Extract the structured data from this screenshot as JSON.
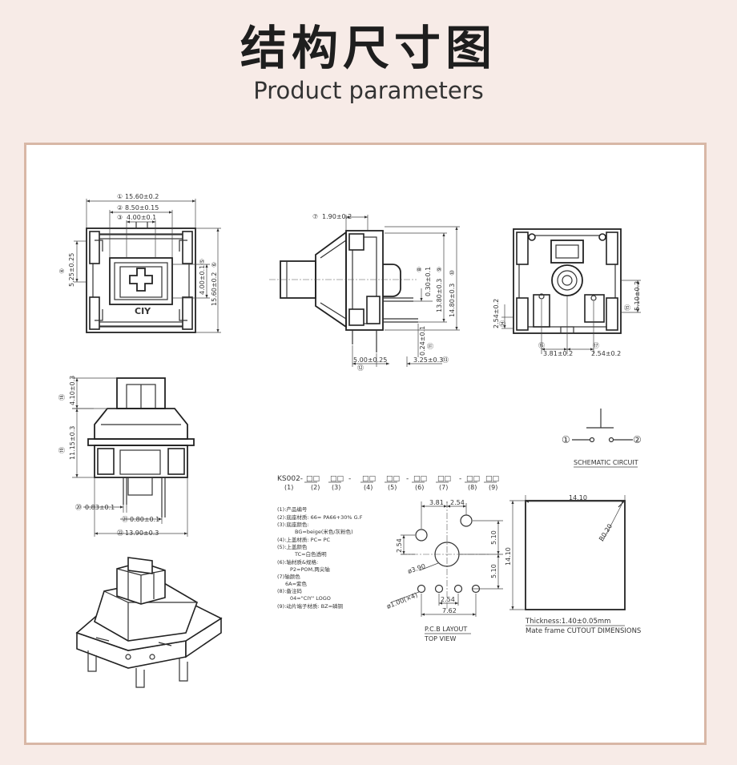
{
  "header": {
    "title": "结构尺寸图",
    "subtitle": "Product parameters"
  },
  "front_view": {
    "dims": [
      "15.60±0.2",
      "8.50±0.15",
      "4.00±0.1",
      "5.25±0.25",
      "4.00±0.1",
      "15.60±0.2"
    ],
    "nums": [
      "①",
      "②",
      "③",
      "④",
      "⑤",
      "⑥"
    ],
    "logo": "CIY"
  },
  "side_view": {
    "dims": [
      "1.90±0.2",
      "0.30±0.1",
      "13.80±0.3",
      "14.80±0.3",
      "0.24±0.1",
      "5.00±0.25",
      "3.25±0.3"
    ],
    "nums": [
      "⑦",
      "⑧",
      "⑨",
      "⑩",
      "⑪",
      "⑫",
      "⑬"
    ]
  },
  "bottom_view": {
    "dims": [
      "2.54±0.2",
      "5.10±0.2",
      "3.81±0.2",
      "2.54±0.2"
    ],
    "nums": [
      "⑭",
      "⑮",
      "⑯",
      "⑰"
    ]
  },
  "lower_side_view": {
    "dims": [
      "4.10±0.3",
      "11.15±0.3",
      "0.83±0.1",
      "0.80±0.1",
      "13.90±0.3"
    ],
    "nums": [
      "⑱",
      "⑲",
      "⑳",
      "㉑",
      "㉒"
    ]
  },
  "schematic": {
    "label": "SCHEMATIC CIRCUIT",
    "node1": "①",
    "node2": "②"
  },
  "part_code": {
    "prefix": "KS002-",
    "boxes": "□□",
    "indices": [
      "(1)",
      "(2)",
      "(3)",
      "(4)",
      "(5)",
      "(6)",
      "(7)",
      "(8)",
      "(9)"
    ],
    "legend": [
      "(1):产品编号",
      "(2):底座材质: 66= PA66+30% G.F",
      "(3):底座颜色:",
      "BG=beige(米色/灰粉色)",
      "(4):上盖材质: PC= PC",
      "(5):上盖颜色",
      "TC=白色透明",
      "(6):轴材质&规格:",
      "P2=POM,两尖轴",
      "(7)轴颜色",
      "6A=紫色",
      "(8):备注码",
      "04=\"CIY\" LOGO",
      "(9):动片端子材质: BZ=磷铜"
    ]
  },
  "pcb_layout": {
    "dims": [
      "3.81",
      "2.54",
      "2.54",
      "5.10",
      "5.10",
      "ø3.90",
      "ø1.00(×4)",
      "2.54",
      "7.62"
    ],
    "title": "P.C.B LAYOUT",
    "subtitle": "TOP VIEW"
  },
  "plate_cutout": {
    "width": "14.10",
    "height": "14.10",
    "radius": "R0.20",
    "thickness": "Thickness:1.40±0.05mm",
    "label": "Mate frame CUTOUT DIMENSIONS"
  }
}
